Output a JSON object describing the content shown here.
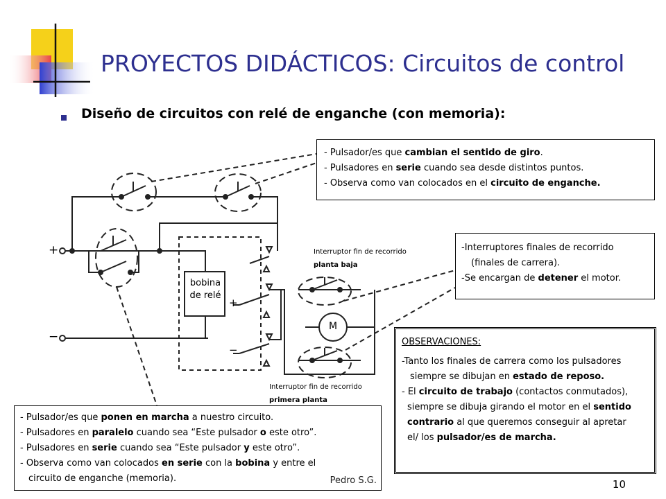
{
  "title": "PROYECTOS DIDÁCTICOS: Circuitos de control",
  "subtitle": "Diseño de circuitos con relé de enganche (con memoria):",
  "box_top": {
    "lines": [
      [
        "- Pulsador/es que ",
        "cambian el sentido de giro",
        "."
      ],
      [
        "- Pulsadores en  ",
        "serie",
        " cuando sea desde distintos puntos."
      ],
      [
        "- Observa como van colocados en el ",
        "circuito de enganche.",
        ""
      ]
    ]
  },
  "box_right": {
    "line1": "-Interruptores finales de recorrido",
    "line2": "(finales de carrera).",
    "line3_a": "-Se encargan de ",
    "line3_b": "detener",
    "line3_c": " el motor."
  },
  "box_bottom": {
    "l1a": "- Pulsador/es que ",
    "l1b": "ponen en marcha",
    "l1c": " a nuestro circuito.",
    "l2a": "- Pulsadores en  ",
    "l2b": "paralelo",
    "l2c": " cuando sea “Este pulsador ",
    "l2d": "o",
    "l2e": " este otro”.",
    "l3a": "- Pulsadores en   ",
    "l3b": "serie",
    "l3c": " cuando sea “Este pulsador ",
    "l3d": "y",
    "l3e": " este otro”.",
    "l4a": "- Observa como van colocados ",
    "l4b": "en serie",
    "l4c": " con la ",
    "l4d": "bobina",
    "l4e": " y entre el",
    "l5": "circuito de enganche (memoria).",
    "author": "Pedro S.G."
  },
  "observaciones": {
    "heading": "OBSERVACIONES:",
    "l1": "-Tanto los finales de carrera como los pulsadores",
    "l2a": "siempre se dibujan en ",
    "l2b": "estado de reposo.",
    "l3a": "- El ",
    "l3b": "circuito de trabajo",
    "l3c": " (contactos conmutados),",
    "l4a": "siempre se dibuja girando el motor en el ",
    "l4b": "sentido",
    "l5a": "contrario",
    "l5b": " al que queremos conseguir al apretar",
    "l6a": "el/ los  ",
    "l6b": "pulsador/es de marcha."
  },
  "labels": {
    "fin_baja_1": "Interruptor fin de recorrido",
    "fin_baja_2": "planta baja",
    "fin_primera_1": "Interruptor fin de recorrido",
    "fin_primera_2": "primera planta",
    "bobina_1": "bobina",
    "bobina_2": "de relé",
    "motor": "M",
    "plus_left": "+",
    "minus_left": "−",
    "plus_right": "+",
    "minus_right": "−"
  },
  "page_number": "10",
  "colors": {
    "title": "#2d2f8f",
    "logo_yellow": "#f5d11a",
    "logo_red": "#e8434a",
    "logo_blue": "#2f3fd0"
  }
}
